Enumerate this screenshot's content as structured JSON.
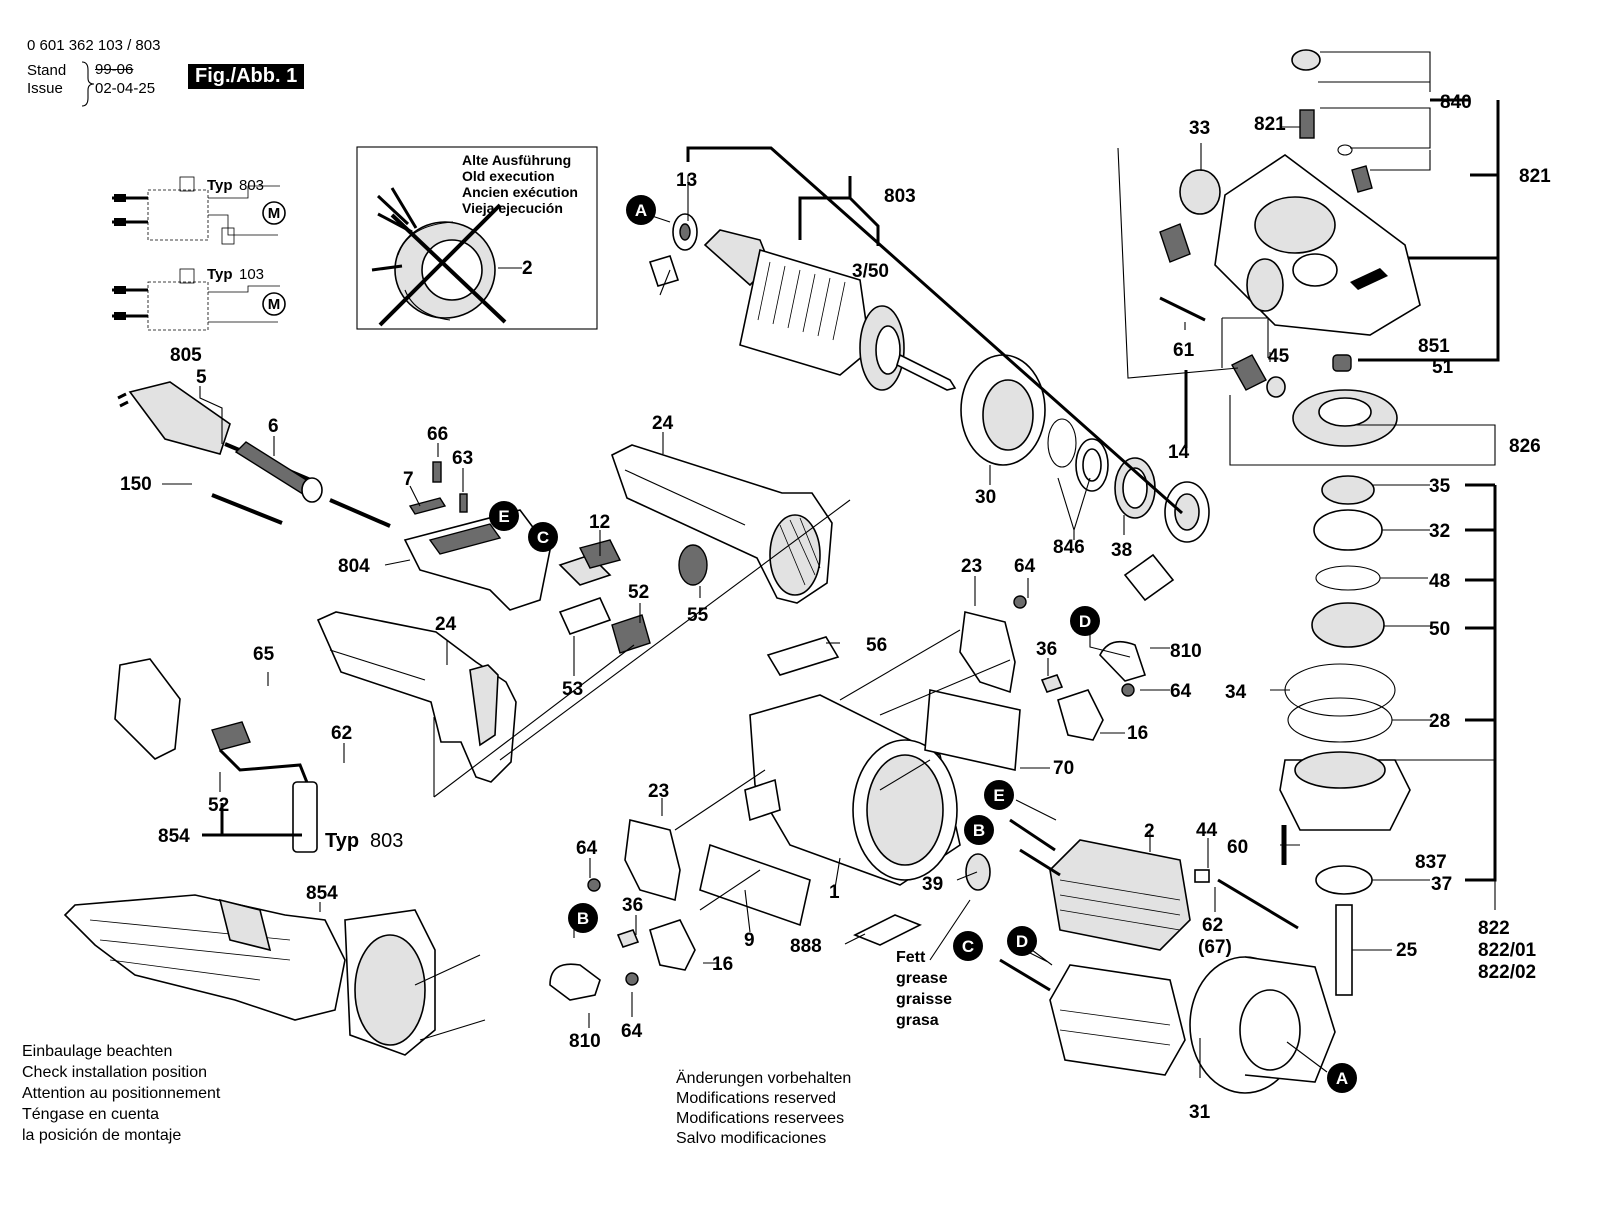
{
  "header": {
    "part_number": "0 601 362 103 / 803",
    "stand_label": "Stand",
    "issue_label": "Issue",
    "stand_value_struck": "99-06",
    "issue_value": "02-04-25",
    "figure_label": "Fig./Abb. 1"
  },
  "old_execution": [
    "Alte Ausführung",
    "Old execution",
    "Ancien exécution",
    "Vieja ejecución"
  ],
  "wiring": {
    "typ_label": "Typ",
    "typ_a": "803",
    "typ_b": "103",
    "motor_symbol": "M"
  },
  "typ_803_label": "Typ",
  "typ_803_value": "803",
  "install_note": [
    "Einbaulage beachten",
    "Check installation position",
    "Attention au positionnement",
    "Téngase en cuenta",
    "la posición de montaje"
  ],
  "modifications_note": [
    "Änderungen vorbehalten",
    "Modifications reserved",
    "Modifications reservees",
    "Salvo modificaciones"
  ],
  "grease_note": [
    "Fett",
    "grease",
    "graisse",
    "grasa"
  ],
  "callout_circles": [
    "A",
    "B",
    "C",
    "D",
    "E"
  ],
  "part_labels": [
    "805",
    "5",
    "6",
    "150",
    "66",
    "63",
    "7",
    "804",
    "24",
    "12",
    "52",
    "55",
    "53",
    "65",
    "62",
    "854",
    "803",
    "13",
    "3/50",
    "30",
    "846",
    "38",
    "14",
    "2",
    "23",
    "64",
    "56",
    "36",
    "810",
    "16",
    "70",
    "1",
    "9",
    "888",
    "39",
    "44",
    "67",
    "31",
    "33",
    "821",
    "840",
    "61",
    "45",
    "851",
    "51",
    "826",
    "35",
    "32",
    "48",
    "50",
    "34",
    "28",
    "60",
    "837",
    "37",
    "25",
    "822",
    "822/01",
    "822/02"
  ]
}
